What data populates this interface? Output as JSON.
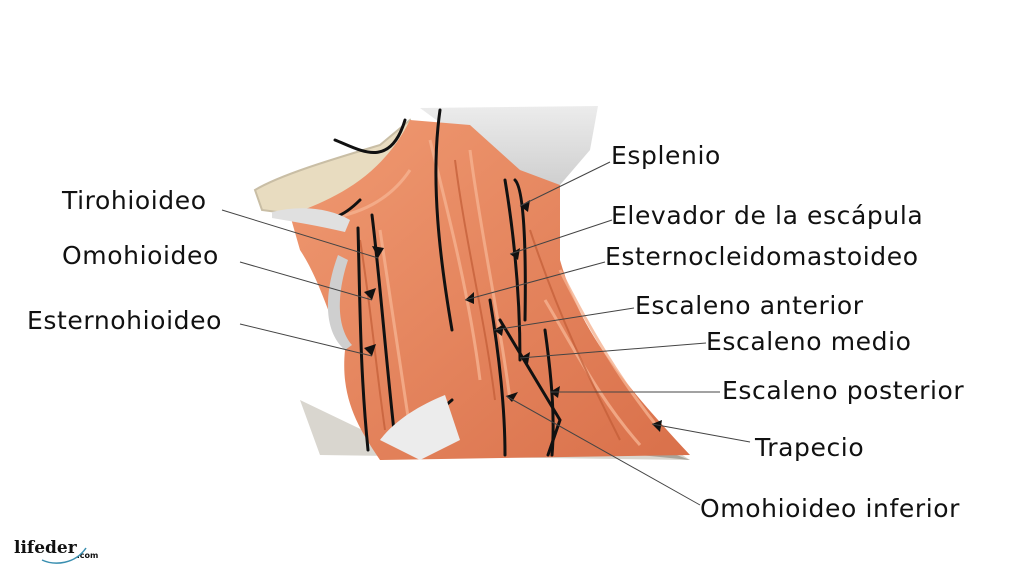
{
  "diagram": {
    "subject": "Neck muscles (lateral view)",
    "colors": {
      "muscle": "#e8825a",
      "muscle_dark": "#c8643e",
      "muscle_light": "#f3a883",
      "tendon": "#e3e3e3",
      "bone": "#e8dcc0",
      "base_gray": "#a8a49a",
      "outline": "#111111",
      "leader": "#444444"
    },
    "labels_left": [
      {
        "id": "tirohioideo",
        "text": "Tirohioideo"
      },
      {
        "id": "omohioideo",
        "text": "Omohioideo"
      },
      {
        "id": "esternohioideo",
        "text": "Esternohioideo"
      }
    ],
    "labels_right": [
      {
        "id": "esplenio",
        "text": "Esplenio"
      },
      {
        "id": "elevador",
        "text": "Elevador de la escápula"
      },
      {
        "id": "esternocleidomastoideo",
        "text": "Esternocleidomastoideo"
      },
      {
        "id": "escaleno-anterior",
        "text": "Escaleno anterior"
      },
      {
        "id": "escaleno-medio",
        "text": "Escaleno medio"
      },
      {
        "id": "escaleno-posterior",
        "text": "Escaleno posterior"
      },
      {
        "id": "trapecio",
        "text": "Trapecio"
      },
      {
        "id": "omohioideo-inferior",
        "text": "Omohioideo inferior"
      }
    ]
  },
  "watermark": {
    "brand": "lifeder",
    "suffix": ".com"
  }
}
